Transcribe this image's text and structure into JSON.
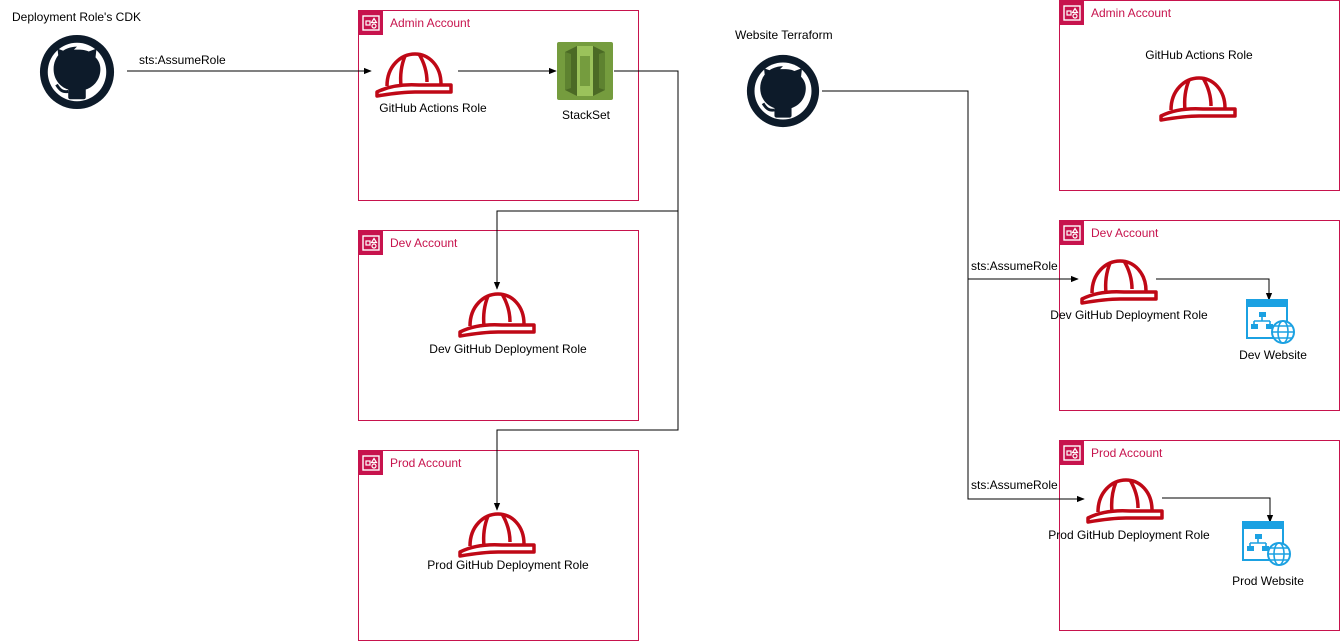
{
  "sources": {
    "cdk_label": "Deployment Role's CDK",
    "terraform_label": "Website Terraform"
  },
  "edges": {
    "assume_role_cdk": "sts:AssumeRole",
    "assume_role_dev": "sts:AssumeRole",
    "assume_role_prod": "sts:AssumeRole"
  },
  "left": {
    "admin": {
      "title": "Admin Account",
      "role": "GitHub Actions Role",
      "stackset": "StackSet"
    },
    "dev": {
      "title": "Dev Account",
      "role": "Dev GitHub Deployment Role"
    },
    "prod": {
      "title": "Prod Account",
      "role": "Prod GitHub Deployment Role"
    }
  },
  "right": {
    "admin": {
      "title": "Admin Account",
      "role": "GitHub Actions Role"
    },
    "dev": {
      "title": "Dev Account",
      "role": "Dev GitHub Deployment Role",
      "website": "Dev Website"
    },
    "prod": {
      "title": "Prod Account",
      "role": "Prod GitHub Deployment Role",
      "website": "Prod Website"
    }
  },
  "icons": {
    "github": "github-icon",
    "role": "iam-role-helmet-icon",
    "stackset": "cloudformation-stackset-icon",
    "website": "website-icon",
    "account": "aws-account-icon"
  },
  "colors": {
    "account_border": "#c7134d",
    "role_red": "#bf0816",
    "github_dark": "#0d1b2a",
    "stackset_green": "#759c3e",
    "website_blue": "#1ba1e2"
  }
}
